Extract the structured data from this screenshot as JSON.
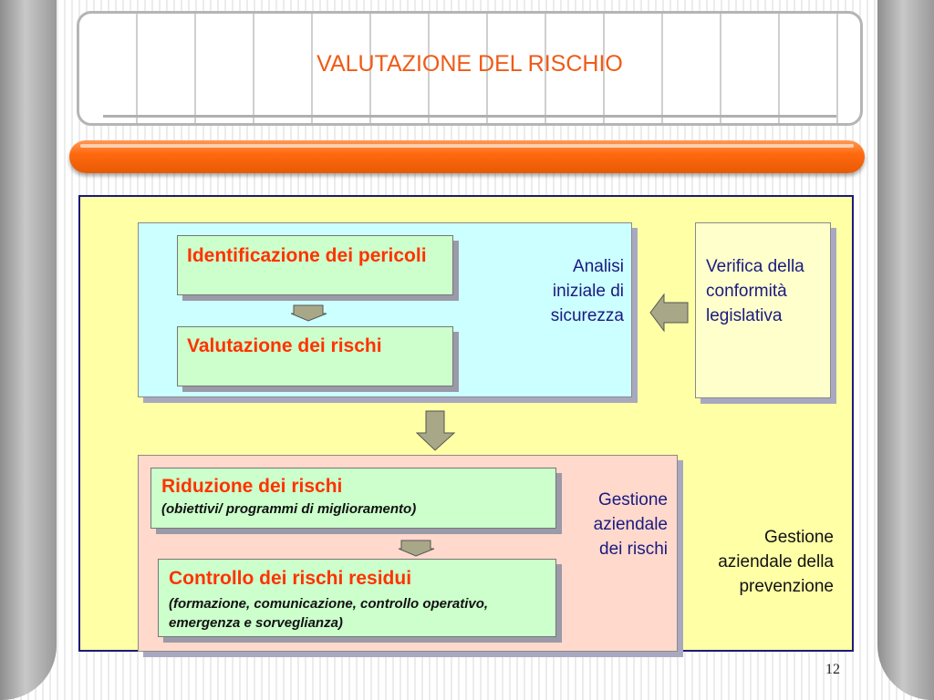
{
  "slide": {
    "title": "VALUTAZIONE DEL RISCHIO",
    "page_number": "12"
  },
  "diagram": {
    "box_identification": "Identificazione dei pericoli",
    "box_evaluation": "Valutazione dei rischi",
    "analysis_label": "Analisi iniziale di sicurezza",
    "compliance_label": "Verifica della conformità legislativa",
    "box_reduction": {
      "title": "Riduzione dei rischi",
      "subtitle": "(obiettivi/ programmi di miglioramento)"
    },
    "box_residual": {
      "title": "Controllo dei rischi residui",
      "subtitle": "(formazione, comunicazione, controllo operativo, emergenza e sorveglianza)"
    },
    "risk_mgmt_label": "Gestione aziendale dei rischi",
    "prevention_label": "Gestione aziendale della prevenzione"
  },
  "colors": {
    "title": "#f05a16",
    "red_text": "#ff3300",
    "navy_text": "#1a1a80",
    "outer_fill": "#ffffa6",
    "blue_panel": "#ccffff",
    "pink_panel": "#ffd9cc",
    "green_box": "#ccffcc",
    "arrow_fill": "#a8a888"
  }
}
